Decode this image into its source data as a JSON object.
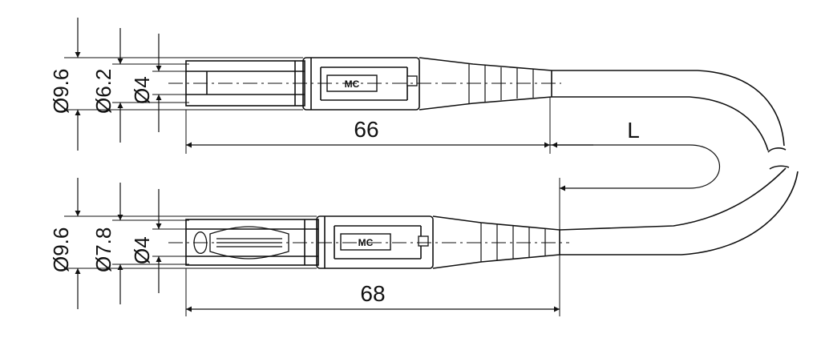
{
  "connector_top": {
    "brand": "MC",
    "dims": {
      "d_outer": "Ø9.6",
      "d_mid": "Ø6.2",
      "d_inner": "Ø4",
      "length": "66"
    }
  },
  "connector_bottom": {
    "brand": "MC",
    "dims": {
      "d_outer": "Ø9.6",
      "d_mid": "Ø7.8",
      "d_inner": "Ø4",
      "length": "68"
    }
  },
  "cable": {
    "length_label": "L"
  }
}
